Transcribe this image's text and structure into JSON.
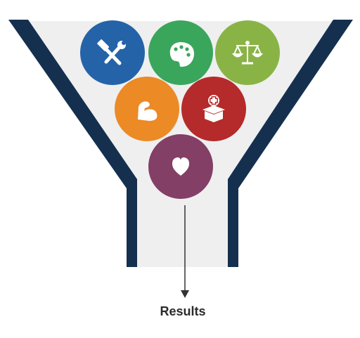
{
  "funnel": {
    "wall_color": "#15304f",
    "fill_color": "#efefef"
  },
  "circles": [
    {
      "name": "tools-circle",
      "icon": "hammer-wrench-icon",
      "color": "#2563a8"
    },
    {
      "name": "palette-circle",
      "icon": "palette-icon",
      "color": "#3aa65c"
    },
    {
      "name": "scales-circle",
      "icon": "balance-scale-icon",
      "color": "#8ab346"
    },
    {
      "name": "muscle-circle",
      "icon": "flexed-arm-icon",
      "color": "#ec8a26"
    },
    {
      "name": "medical-box-circle",
      "icon": "medical-box-icon",
      "color": "#b52a2a"
    },
    {
      "name": "heart-circle",
      "icon": "heart-icon",
      "color": "#833f66"
    }
  ],
  "arrow": {
    "color": "#333333"
  },
  "results": {
    "label": "Results"
  }
}
